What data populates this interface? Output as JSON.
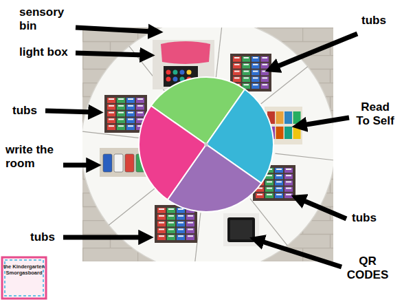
{
  "diagram": {
    "labels": [
      "sensory bin",
      "tubs",
      "light box",
      "Read To Self",
      "tubs",
      "write the room",
      "tubs",
      "tubs",
      "QR CODES",
      "the Kindergarten Smorgasboard"
    ]
  }
}
